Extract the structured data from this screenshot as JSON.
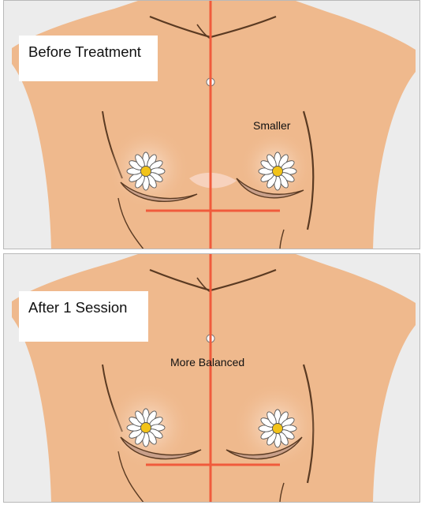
{
  "panels": [
    {
      "title": "Before Treatment",
      "annotation": "Smaller"
    },
    {
      "title": "After 1 Session",
      "annotation": "More Balanced"
    }
  ],
  "colors": {
    "background": "#ececec",
    "skin": "#efb98d",
    "skin_glow": "#f7d8c2",
    "outline": "#5a3a22",
    "guide_line": "#f05b3c",
    "petal": "#ffffff",
    "flower_center": "#f2c318"
  }
}
